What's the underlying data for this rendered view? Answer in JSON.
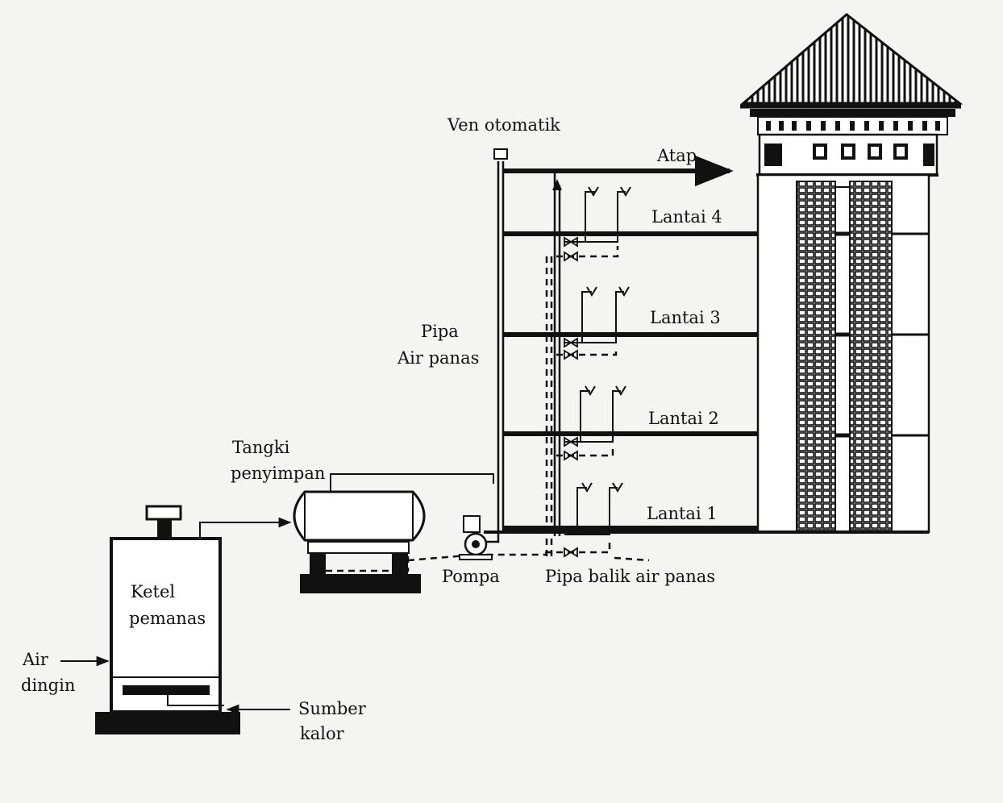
{
  "labels": {
    "vent": "Ven otomatik",
    "roof": "Atap",
    "floor4": "Lantai 4",
    "floor3": "Lantai 3",
    "floor2": "Lantai 2",
    "floor1": "Lantai 1",
    "hot_pipe_1": "Pipa",
    "hot_pipe_2": "Air panas",
    "tank_1": "Tangki",
    "tank_2": "penyimpan",
    "pump": "Pompa",
    "return_pipe": "Pipa balik air panas",
    "boiler_1": "Ketel",
    "boiler_2": "pemanas",
    "cold_1": "Air",
    "cold_2": "dingin",
    "heat_1": "Sumber",
    "heat_2": "kalor"
  }
}
